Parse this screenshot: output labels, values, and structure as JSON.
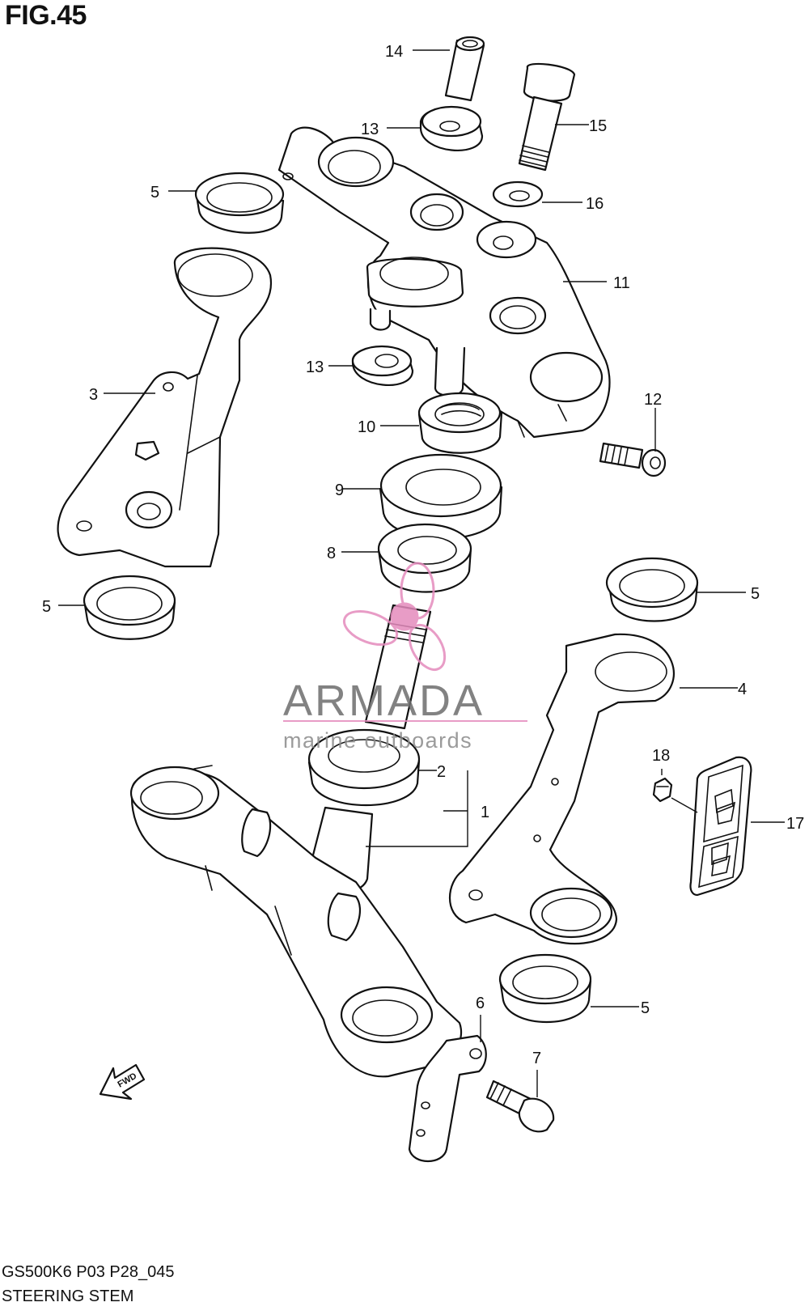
{
  "figure": {
    "title": "FIG.45",
    "model_code": "GS500K6 P03 P28_045",
    "name": "STEERING STEM"
  },
  "watermark": {
    "brand": "ARMADA",
    "tagline": "marine outboards",
    "accent_color": "#e48bbd"
  },
  "direction_arrow": {
    "label": "FWD"
  },
  "callouts": {
    "c14": "14",
    "c13a": "13",
    "c15": "15",
    "c16": "16",
    "c5a": "5",
    "c11": "11",
    "c13b": "13",
    "c3": "3",
    "c12": "12",
    "c10": "10",
    "c9": "9",
    "c8": "8",
    "c5b": "5",
    "c5c": "5",
    "c4": "4",
    "c2": "2",
    "c1": "1",
    "c18": "18",
    "c17": "17",
    "c6": "6",
    "c5d": "5",
    "c7": "7"
  }
}
